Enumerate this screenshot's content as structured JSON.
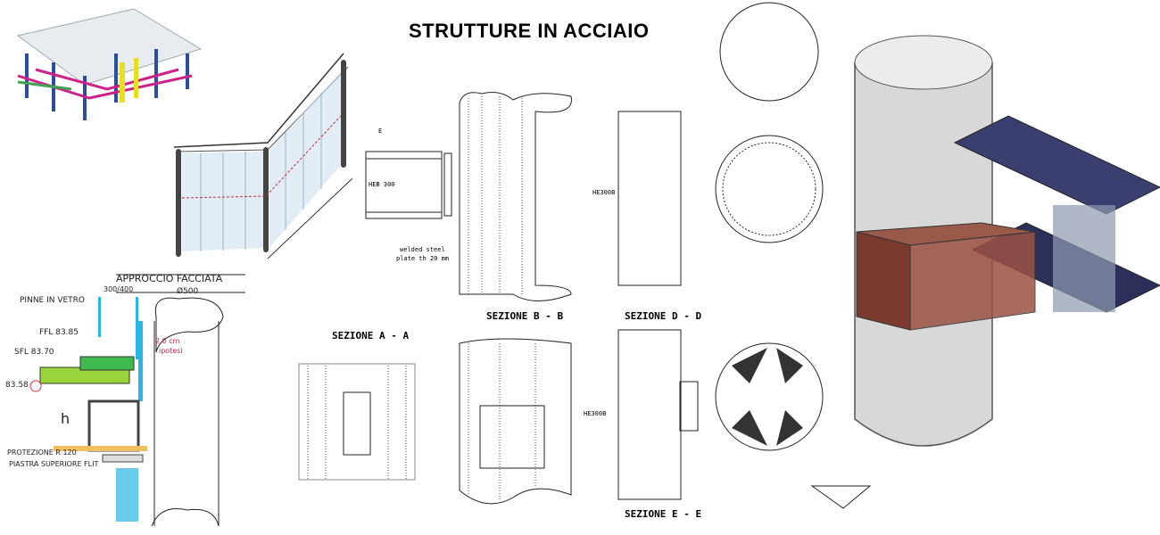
{
  "title": "STRUTTURE IN ACCIAIO",
  "sections": {
    "a": "SEZIONE A - A",
    "b": "SEZIONE B - B",
    "d": "SEZIONE D - D",
    "e": "SEZIONE E - E"
  },
  "detail_b": {
    "beam": "HEB 300",
    "plate_note_1": "welded steel",
    "plate_note_2": "plate th 20 mm",
    "marker": "E"
  },
  "detail_d": {
    "beam": "HE300B"
  },
  "detail_e": {
    "beam": "HE300B"
  },
  "facade_sketch": {
    "title": "APPROCCIO FACCIATA",
    "fins": "PINNE IN VETRO",
    "ffl": "FFL 83.85",
    "sfl": "SFL 83.70",
    "level": "83.58",
    "spacing": "300/400",
    "diameter": "Ø500",
    "gap_1": "2.0 cm",
    "gap_2": "ipotesi",
    "height": "h",
    "protection": "PROTEZIONE R 120",
    "plate": "PIASTRA SUPERIORE FLIT"
  },
  "colors": {
    "frame_blue": "#2a4fa0",
    "frame_magenta": "#d0208a",
    "beam_brown": "#7a3b2e",
    "beam_navy": "#2c2f5a",
    "glass_cyan": "#29b6e6",
    "slab_green": "#9bd43a"
  }
}
